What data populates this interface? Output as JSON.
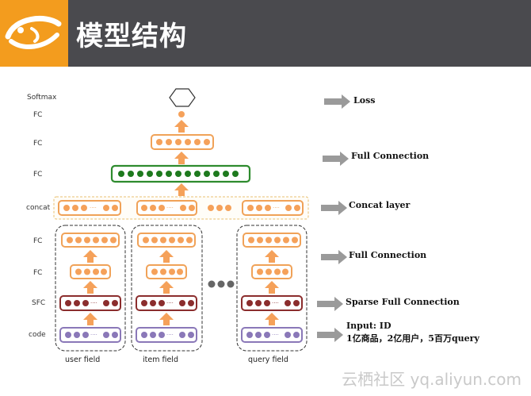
{
  "slide": {
    "title": "模型结构"
  },
  "colors": {
    "header_bg": "#4a4a4e",
    "logo_bg": "#f39c1e",
    "orange": "#f0a258",
    "green": "#2e8b2e",
    "maroon": "#8b2d2d",
    "purple": "#8a78b8",
    "gray": "#9a9a9a"
  },
  "layer_labels": {
    "softmax": "Softmax",
    "fc_top": "FC",
    "fc_mid": "FC",
    "fc_wide": "FC",
    "concat": "concat",
    "fc_field_1": "FC",
    "fc_field_2": "FC",
    "sfc": "SFC",
    "code": "code"
  },
  "fields": {
    "user": "user field",
    "item": "item field",
    "query": "query field"
  },
  "annotations": {
    "loss": "Loss",
    "full_connection_top": "Full Connection",
    "concat_layer": "Concat layer",
    "full_connection_bottom": "Full Connection",
    "sparse_full_connection": "Sparse Full Connection",
    "input": "Input: ID",
    "input_detail": "1亿商品，2亿用户，5百万query"
  },
  "watermark": "云栖社区 yq.aliyun.com"
}
